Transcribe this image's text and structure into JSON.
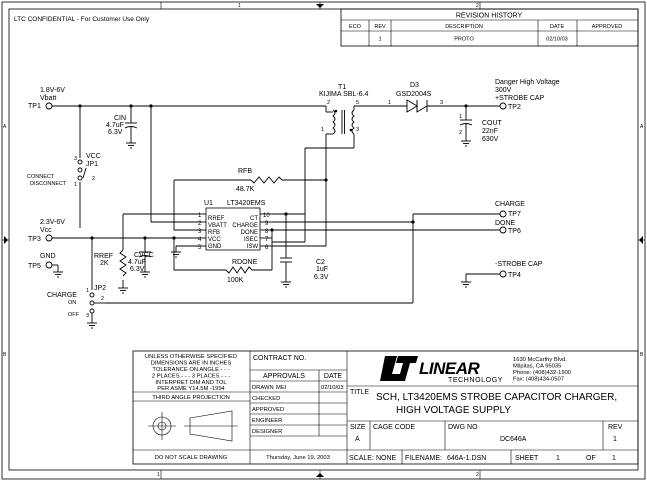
{
  "header": {
    "confidential": "LTC CONFIDENTIAL - For Customer Use Only"
  },
  "border": {
    "zone_numbers": [
      "1",
      "2"
    ],
    "zone_letters": [
      "A",
      "B"
    ]
  },
  "revision_history": {
    "title": "REVISION HISTORY",
    "columns": [
      "ECO",
      "REV",
      "DESCRIPTION",
      "DATE",
      "APPROVED"
    ],
    "rows": [
      {
        "eco": "",
        "rev": "1",
        "description": "PROTO",
        "date": "02/10/03",
        "approved": ""
      }
    ]
  },
  "schematic": {
    "tp1": {
      "label": "TP1",
      "net_lines": [
        "1.8V-6V",
        "Vbatt"
      ]
    },
    "tp3": {
      "label": "TP3",
      "net_lines": [
        "2.3V-6V",
        "Vcc"
      ]
    },
    "tp5": {
      "label": "TP5",
      "net": "GND"
    },
    "cin": {
      "ref": "CIN",
      "values": [
        "4.7uF",
        "6.3V"
      ]
    },
    "jp1": {
      "ref": "JP1",
      "name": "VCC",
      "positions": [
        "CONNECT",
        "DISCONNECT"
      ],
      "pins": [
        "3",
        "2",
        "1"
      ]
    },
    "transformer": {
      "ref": "T1",
      "part": "KIJIMA SBL-6.4",
      "pins": [
        "2",
        "5",
        "1",
        "3"
      ]
    },
    "diode": {
      "ref": "D3",
      "part": "GSD2004S",
      "pins": [
        "1",
        "3"
      ]
    },
    "output": {
      "lines": [
        "Danger  High Voltage",
        "300V",
        "+STROBE CAP"
      ],
      "tp": "TP2"
    },
    "cout": {
      "ref": "COUT",
      "values": [
        "22nF",
        "630V"
      ],
      "pins": [
        "1",
        "2"
      ]
    },
    "rfb": {
      "ref": "RFB",
      "value": "48.7K"
    },
    "ic": {
      "ref": "U1",
      "part": "LT3420EMS",
      "left_pins": [
        {
          "num": "1",
          "name": "RREF"
        },
        {
          "num": "2",
          "name": "VBATT"
        },
        {
          "num": "3",
          "name": "RFB"
        },
        {
          "num": "4",
          "name": "VCC"
        },
        {
          "num": "5",
          "name": "GND"
        }
      ],
      "right_pins": [
        {
          "num": "10",
          "name": "CT"
        },
        {
          "num": "9",
          "name": "CHARGE"
        },
        {
          "num": "8",
          "name": "DONE"
        },
        {
          "num": "7",
          "name": "ISEC"
        },
        {
          "num": "6",
          "name": "ISW"
        }
      ]
    },
    "rref": {
      "ref": "RREF",
      "value": "2K"
    },
    "cvcc": {
      "ref": "CVCC",
      "values": [
        "4.7uF",
        "6.3V"
      ]
    },
    "rdone": {
      "ref": "RDONE",
      "value": "100K"
    },
    "c2": {
      "ref": "C2",
      "values": [
        "1uF",
        "6.3V"
      ]
    },
    "jp2": {
      "ref": "JP2",
      "name": "CHARGE",
      "positions": [
        "ON",
        "OFF"
      ],
      "pins": [
        "1",
        "2",
        "3"
      ]
    },
    "tp7": {
      "label": "TP7",
      "net": "CHARGE"
    },
    "tp6": {
      "label": "TP6",
      "net": "DONE"
    },
    "tp4": {
      "label": "TP4",
      "net": "-STROBE CAP"
    }
  },
  "title_block": {
    "tolerance_notes": [
      "UNLESS OTHERWISE SPECIFIED",
      "DIMENSIONS ARE IN INCHES",
      "TOLERANCE ON ANGLE - - -",
      "2 PLACES - - -    3 PLACES - - -",
      "INTERPRET DIM AND TOL",
      "PER ASME Y14.5M -1994"
    ],
    "projection": "THIRD ANGLE PROJECTION",
    "do_not_scale": "DO NOT SCALE DRAWING",
    "date_printed": "Thursday, June 19, 2003",
    "contract_no": "CONTRACT NO.",
    "approvals": "APPROVALS",
    "date_header": "DATE",
    "approval_rows": [
      {
        "role": "DRAWN",
        "name": "MEI",
        "date": "02/10/03"
      },
      {
        "role": "CHECKED",
        "name": "",
        "date": ""
      },
      {
        "role": "APPROVED",
        "name": "",
        "date": ""
      },
      {
        "role": "ENGINEER",
        "name": "",
        "date": ""
      },
      {
        "role": "DESIGNER",
        "name": "",
        "date": ""
      }
    ],
    "company": {
      "logo_text": "LINEAR",
      "logo_sub": "TECHNOLOGY",
      "address": [
        "1630 McCarthy Blvd.",
        "Milpitas, CA 95035",
        "Phone: (408)432-1900",
        "Fax: (408)434-0507"
      ]
    },
    "title_label": "TITLE",
    "title_lines": [
      "SCH,  LT3420EMS  STROBE  CAPACITOR  CHARGER,",
      "HIGH VOLTAGE SUPPLY"
    ],
    "size_label": "SIZE",
    "size": "A",
    "cage_code_label": "CAGE CODE",
    "dwg_no_label": "DWG NO",
    "dwg_no": "DC646A",
    "rev_label": "REV",
    "rev": "1",
    "scale_label": "SCALE:",
    "scale": "NONE",
    "filename_label": "FILENAME:",
    "filename": "646A-1.DSN",
    "sheet_label": "SHEET",
    "sheet": "1",
    "of_label": "OF",
    "of": "1"
  },
  "colors": {
    "ink": "#000000",
    "background": "#ffffff"
  }
}
